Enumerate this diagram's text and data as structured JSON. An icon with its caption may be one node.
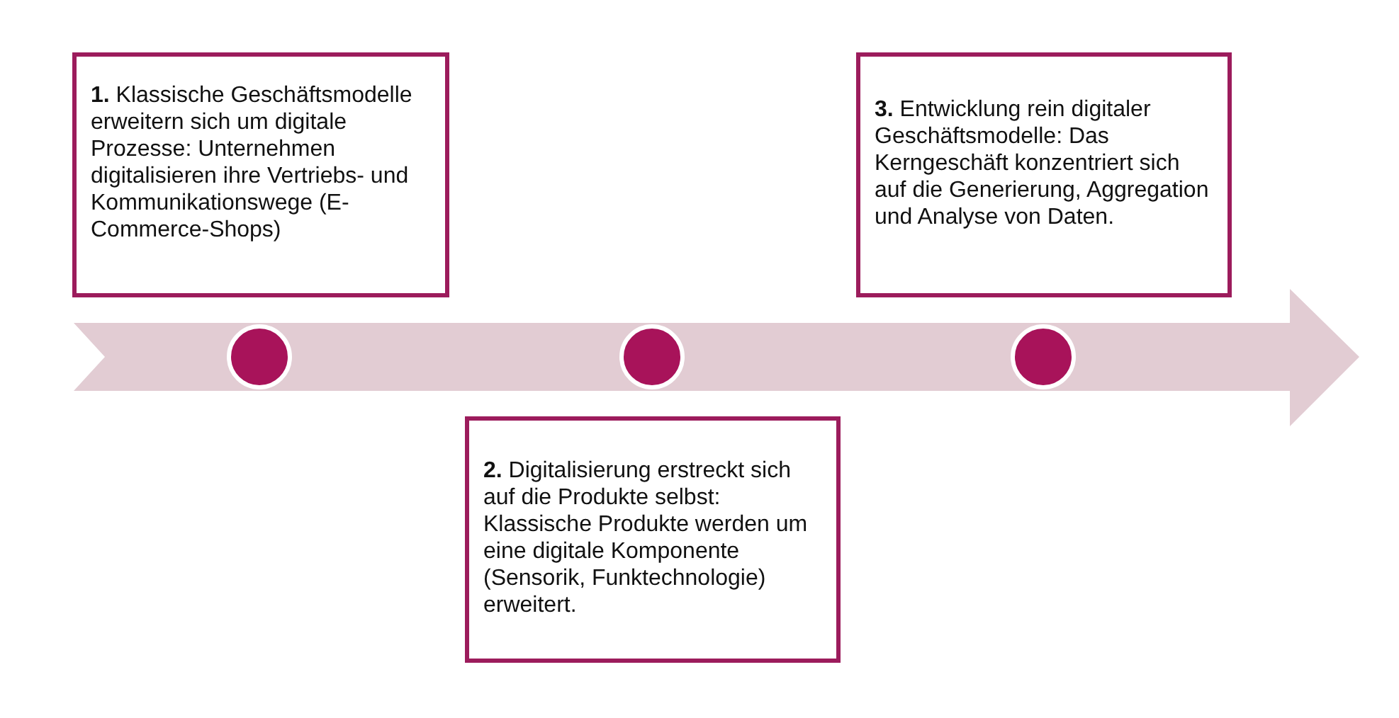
{
  "diagram": {
    "nodes": [
      {
        "text": [
          "**1.** Klassische Geschäftsmodelle erweitern sich um digitale Prozesse: Unternehmen digitalisieren ihre Vertriebs- und Kommunikationswege (E-Commerce-Shops)"
        ]
      },
      {
        "text": [
          "**2.** Digitalisierung erstreckt sich auf die Produkte selbst: Klassische Produkte werden um eine digitale Komponente (Sensorik, Funktechnologie) erweitert."
        ]
      },
      {
        "text": [
          "**3.** Entwicklung rein digitaler Geschäftsmodelle: Das Kerngeschäft konzentriert sich auf die Generierung, Aggregation und Analyse von Daten."
        ]
      },
      {
        "text": [],
        "shape": "circle"
      },
      {
        "text": [],
        "shape": "circle"
      },
      {
        "text": [],
        "shape": "circle"
      }
    ]
  }
}
